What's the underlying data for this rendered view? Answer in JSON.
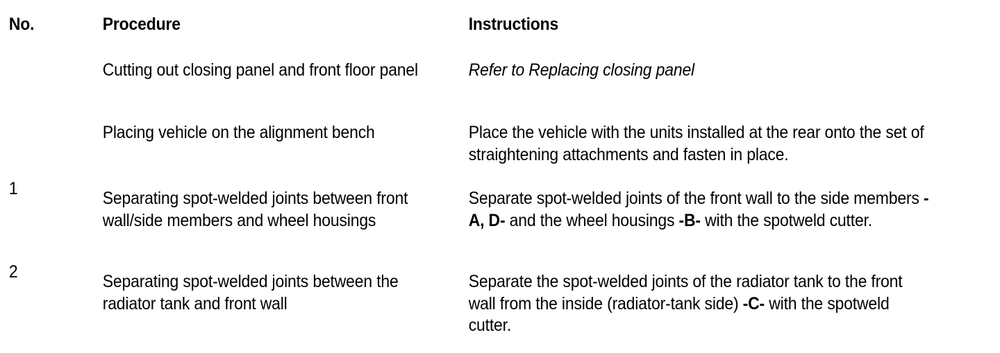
{
  "table": {
    "columns": [
      {
        "key": "no",
        "header": "No."
      },
      {
        "key": "proc",
        "header": "Procedure"
      },
      {
        "key": "instr",
        "header": "Instructions"
      }
    ],
    "rows": [
      {
        "no": "",
        "procedure": "Cutting out closing panel and front floor panel",
        "instructions": "Refer to Replacing closing panel",
        "instructions_parts": [
          {
            "text": "Refer to ",
            "style": "italic"
          },
          {
            "text": "Replacing closing panel",
            "style": "italic"
          }
        ]
      },
      {
        "no": "",
        "procedure": "Placing vehicle on the alignment bench",
        "instructions": "Place the vehicle with the units installed at the rear onto the set of straightening attachments and fasten in place.",
        "instructions_parts": [
          {
            "text": "Place the vehicle with the units installed at the rear onto the set of straightening attachments and fasten in place.",
            "style": "normal"
          }
        ]
      },
      {
        "no": "1",
        "procedure": "Separating spot-welded joints between front wall/side members and wheel housings",
        "instructions": "Separate spot-welded joints of the front wall to the side members -A, D- and the wheel housings -B- with the spotweld cutter.",
        "instructions_parts": [
          {
            "text": "Separate spot-welded joints of the front wall to the side members ",
            "style": "normal"
          },
          {
            "text": "-A, D-",
            "style": "bold"
          },
          {
            "text": " and the wheel housings ",
            "style": "normal"
          },
          {
            "text": "-B-",
            "style": "bold"
          },
          {
            "text": " with the spotweld cutter.",
            "style": "normal"
          }
        ]
      },
      {
        "no": "2",
        "procedure": "Separating spot-welded joints between the radiator tank and front wall",
        "instructions": "Separate the spot-welded joints of the radiator tank to the front wall from the inside (radiator-tank side) -C- with the spotweld cutter.",
        "instructions_parts": [
          {
            "text": "Separate the spot-welded joints of the radiator tank to the front wall from the inside (radiator-tank side) ",
            "style": "normal"
          },
          {
            "text": "-C-",
            "style": "bold"
          },
          {
            "text": " with the spotweld cutter.",
            "style": "normal"
          }
        ]
      }
    ]
  },
  "colors": {
    "rule": "#000000",
    "text": "#000000",
    "background": "#ffffff"
  }
}
